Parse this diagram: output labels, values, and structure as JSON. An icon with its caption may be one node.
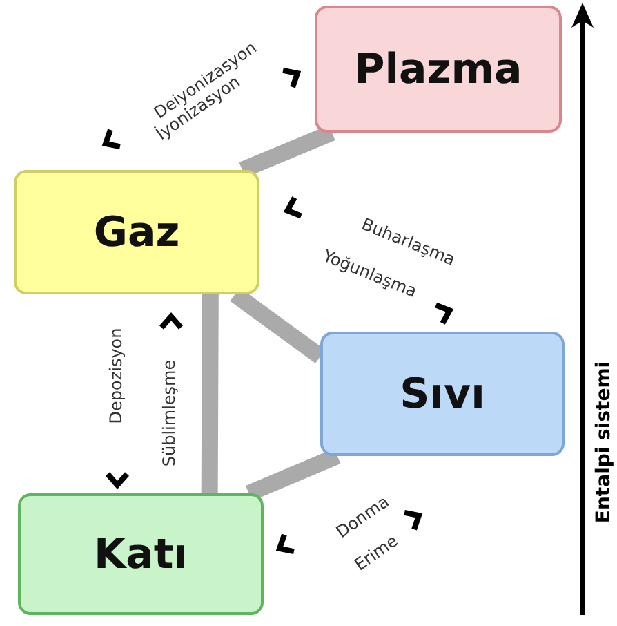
{
  "diagram": {
    "nodes": [
      {
        "text": [
          "Plazma"
        ]
      },
      {
        "text": [
          "Gaz"
        ]
      },
      {
        "text": [
          "Sıvı"
        ]
      },
      {
        "text": [
          "Katı"
        ]
      }
    ],
    "edges": [
      {
        "from": 1,
        "to": 0,
        "arrow": "none"
      },
      {
        "from": 1,
        "to": 2,
        "arrow": "none"
      },
      {
        "from": 1,
        "to": 3,
        "arrow": "none"
      },
      {
        "from": 3,
        "to": 2,
        "arrow": "none"
      }
    ],
    "labels": [
      "Deiyonizasyon",
      "İyonizasyon",
      "Buharlaşma",
      "Yoğunlaşma",
      "Depozisyon",
      "Süblimleşme",
      "Donma",
      "Erime",
      "Entalpi sistemi"
    ]
  }
}
